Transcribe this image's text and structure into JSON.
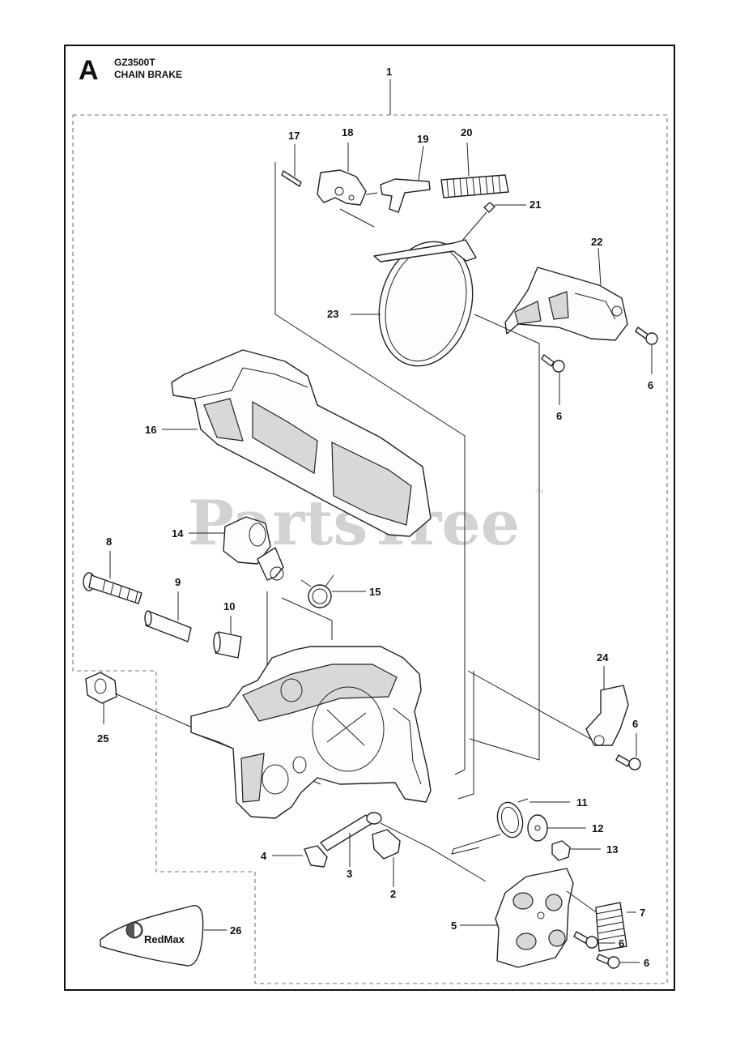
{
  "header": {
    "section_letter": "A",
    "model": "GZ3500T",
    "title": "CHAIN BRAKE"
  },
  "watermark": {
    "text": "PartsTree",
    "trademark": "™"
  },
  "logo": {
    "brand": "RedMax"
  },
  "callouts": {
    "p1": "1",
    "p2": "2",
    "p3": "3",
    "p4": "4",
    "p5": "5",
    "p6a": "6",
    "p6b": "6",
    "p6c": "6",
    "p6d": "6",
    "p6e": "6",
    "p7": "7",
    "p8": "8",
    "p9": "9",
    "p10": "10",
    "p11": "11",
    "p12": "12",
    "p13": "13",
    "p14": "14",
    "p15": "15",
    "p16": "16",
    "p17": "17",
    "p18": "18",
    "p19": "19",
    "p20": "20",
    "p21": "21",
    "p22": "22",
    "p23": "23",
    "p24": "24",
    "p25": "25",
    "p26": "26"
  }
}
